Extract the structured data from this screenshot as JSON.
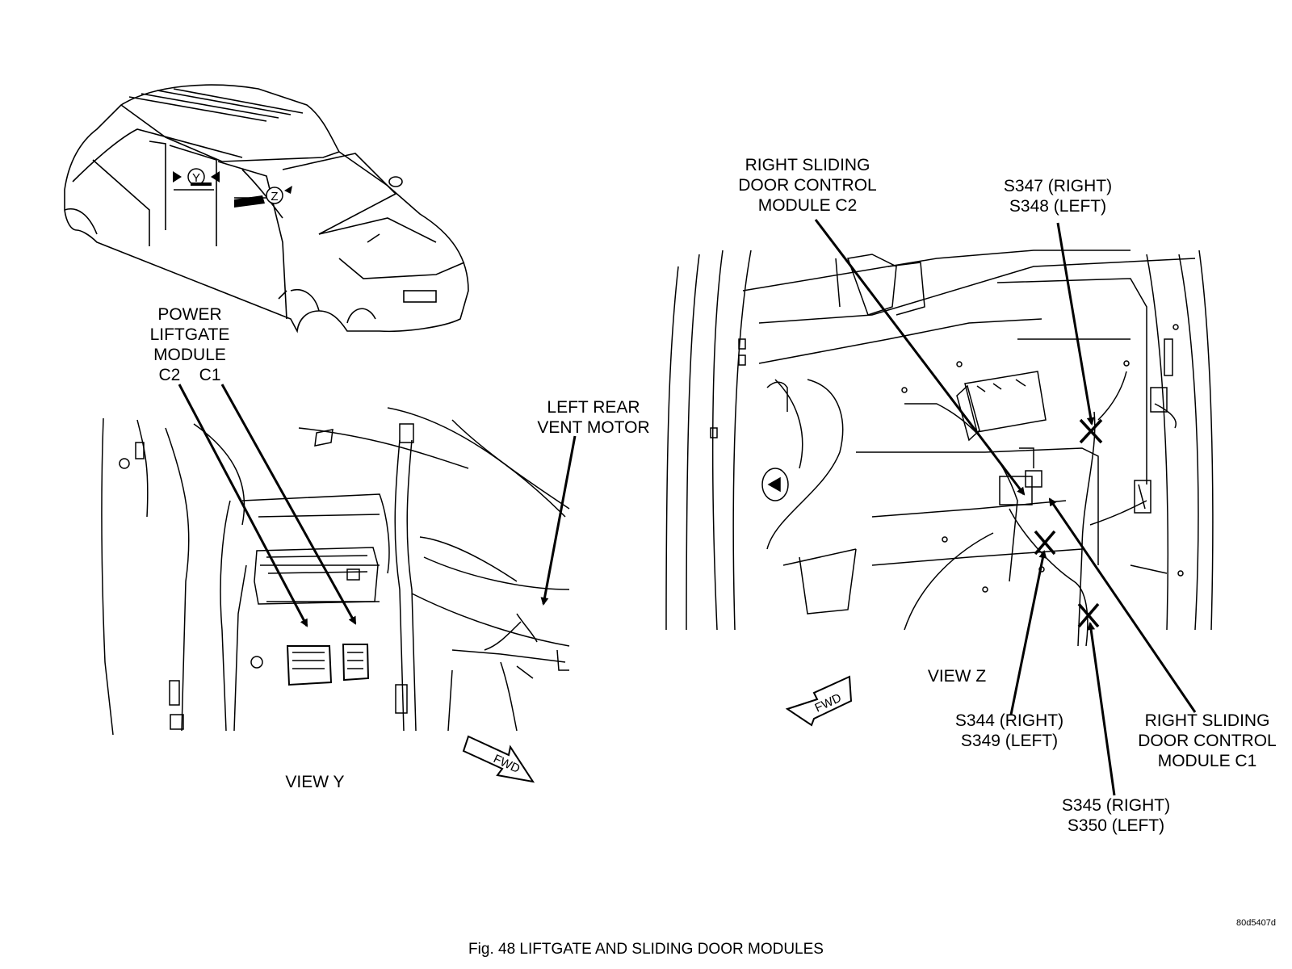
{
  "figure": {
    "caption": "Fig. 48  LIFTGATE AND SLIDING DOOR MODULES",
    "code": "80d5407d"
  },
  "vehicle": {
    "view_y_marker": "Y",
    "view_z_marker": "Z"
  },
  "view_y": {
    "title": "VIEW Y",
    "fwd": "FWD",
    "labels": {
      "power_liftgate_module": [
        "POWER",
        "LIFTGATE",
        "MODULE",
        "C2    C1"
      ],
      "left_rear_vent_motor": [
        "LEFT REAR",
        "VENT MOTOR"
      ]
    }
  },
  "view_z": {
    "title": "VIEW Z",
    "fwd": "FWD",
    "labels": {
      "rsdcm_c2": [
        "RIGHT SLIDING",
        "DOOR CONTROL",
        "MODULE C2"
      ],
      "s347_s348": [
        "S347 (RIGHT)",
        "S348 (LEFT)"
      ],
      "s344_s349": [
        "S344 (RIGHT)",
        "S349 (LEFT)"
      ],
      "rsdcm_c1": [
        "RIGHT SLIDING",
        "DOOR CONTROL",
        "MODULE C1"
      ],
      "s345_s350": [
        "S345 (RIGHT)",
        "S350 (LEFT)"
      ]
    }
  }
}
